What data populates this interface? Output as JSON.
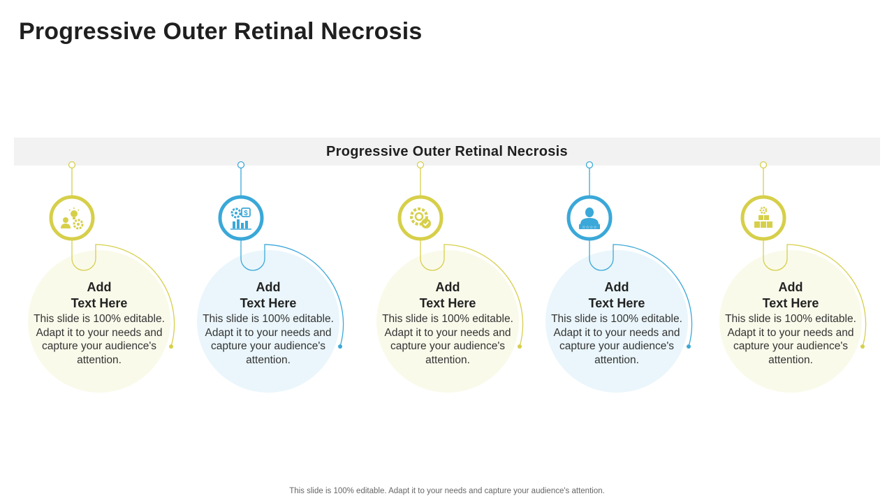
{
  "title": "Progressive Outer Retinal Necrosis",
  "banner": "Progressive  Outer Retinal Necrosis",
  "colors": {
    "yellow": "#d6cf4a",
    "yellow_fill": "#fafaeb",
    "blue": "#3aa8d8",
    "blue_fill": "#eaf6fb"
  },
  "cards": [
    {
      "heading": "Add\nText Here",
      "body": "This slide is 100% editable. Adapt it to your needs and capture your audience's attention.",
      "theme": "yellow",
      "icon": "user-idea-gear-icon"
    },
    {
      "heading": "Add\nText Here",
      "body": "This slide is 100% editable. Adapt it to your needs and capture your audience's attention.",
      "theme": "blue",
      "icon": "dollar-gear-chart-icon"
    },
    {
      "heading": "Add\nText Here",
      "body": "This slide is 100% editable. Adapt it to your needs and capture your audience's attention.",
      "theme": "yellow",
      "icon": "gear-check-cycle-icon"
    },
    {
      "heading": "Add\nText Here",
      "body": "This slide is 100% editable. Adapt it to your needs and capture your audience's attention.",
      "theme": "blue",
      "icon": "person-rating-stars-icon"
    },
    {
      "heading": "Add\nText Here",
      "body": "This slide is 100% editable. Adapt it to your needs and capture your audience's attention.",
      "theme": "yellow",
      "icon": "gear-boxes-icon"
    }
  ],
  "footer": "This slide is 100% editable. Adapt it to your needs and capture your audience's attention."
}
